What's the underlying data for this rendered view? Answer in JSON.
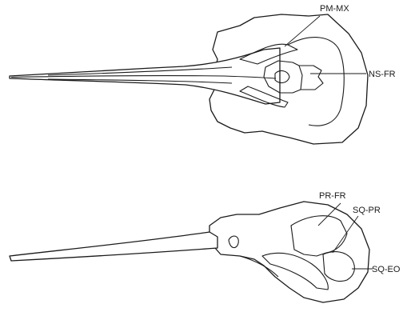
{
  "dorsal_view": {
    "labels": {
      "pm_mx": "PM-MX",
      "ns_fr": "NS-FR"
    }
  },
  "lateral_view": {
    "labels": {
      "pr_fr": "PR-FR",
      "sq_pr": "SQ-PR",
      "sq_eo": "SQ-EO"
    }
  },
  "colors": {
    "line": "#1a1a1a",
    "background": "#ffffff"
  }
}
